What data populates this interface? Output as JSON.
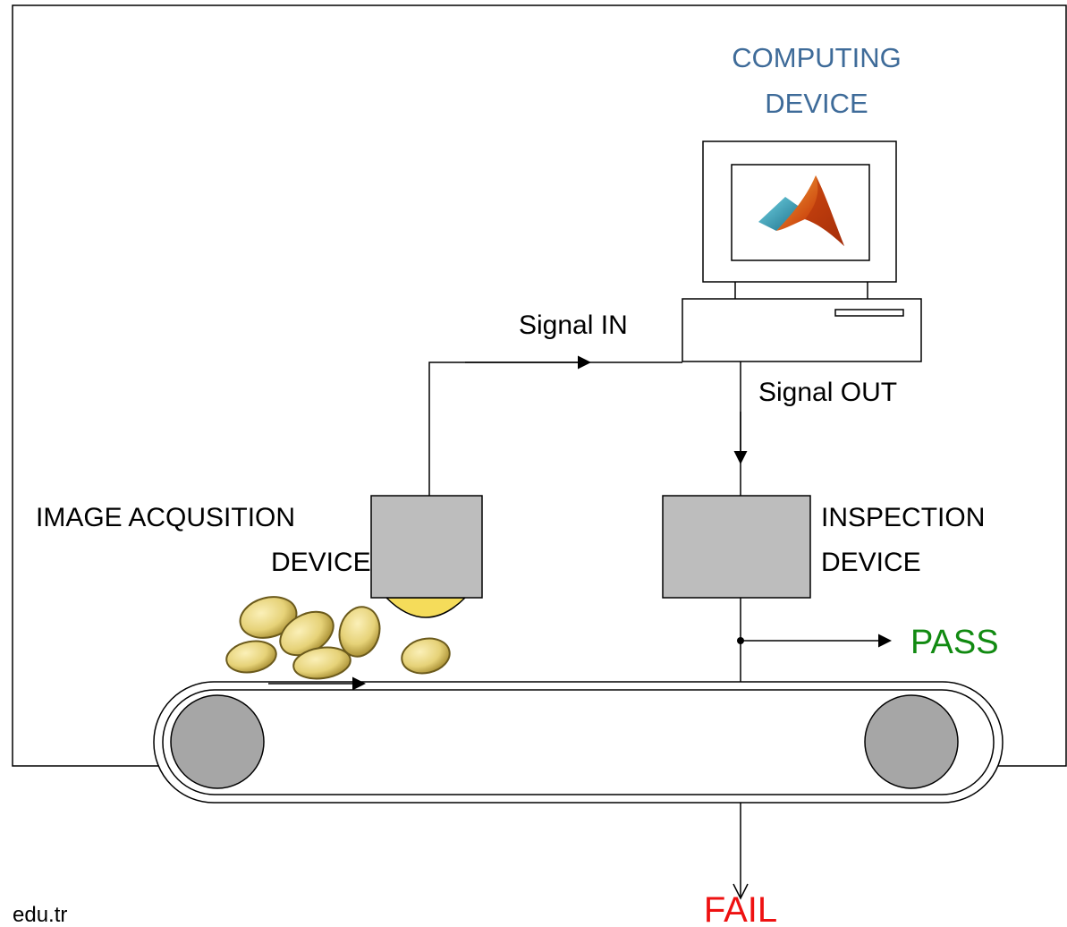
{
  "labels": {
    "computing_line1": "COMPUTING",
    "computing_line2": "DEVICE",
    "signal_in": "Signal IN",
    "signal_out": "Signal OUT",
    "image_acq_line1": "IMAGE ACQUSITION",
    "image_acq_line2": "DEVICE",
    "inspection_line1": "INSPECTION",
    "inspection_line2": "DEVICE",
    "pass": "PASS",
    "fail": "FAIL",
    "footer": "edu.tr"
  },
  "colors": {
    "computing_text": "#3e6b99",
    "pass_text": "#118a11",
    "fail_text": "#ee1111",
    "device_box": "#bdbdbd",
    "roller": "#a6a6a6",
    "lens": "#f5dc5a",
    "bean": "#e6d278"
  },
  "icons": {
    "screen_logo": "matlab-peaks-logo",
    "product": "potato-bean-items"
  }
}
